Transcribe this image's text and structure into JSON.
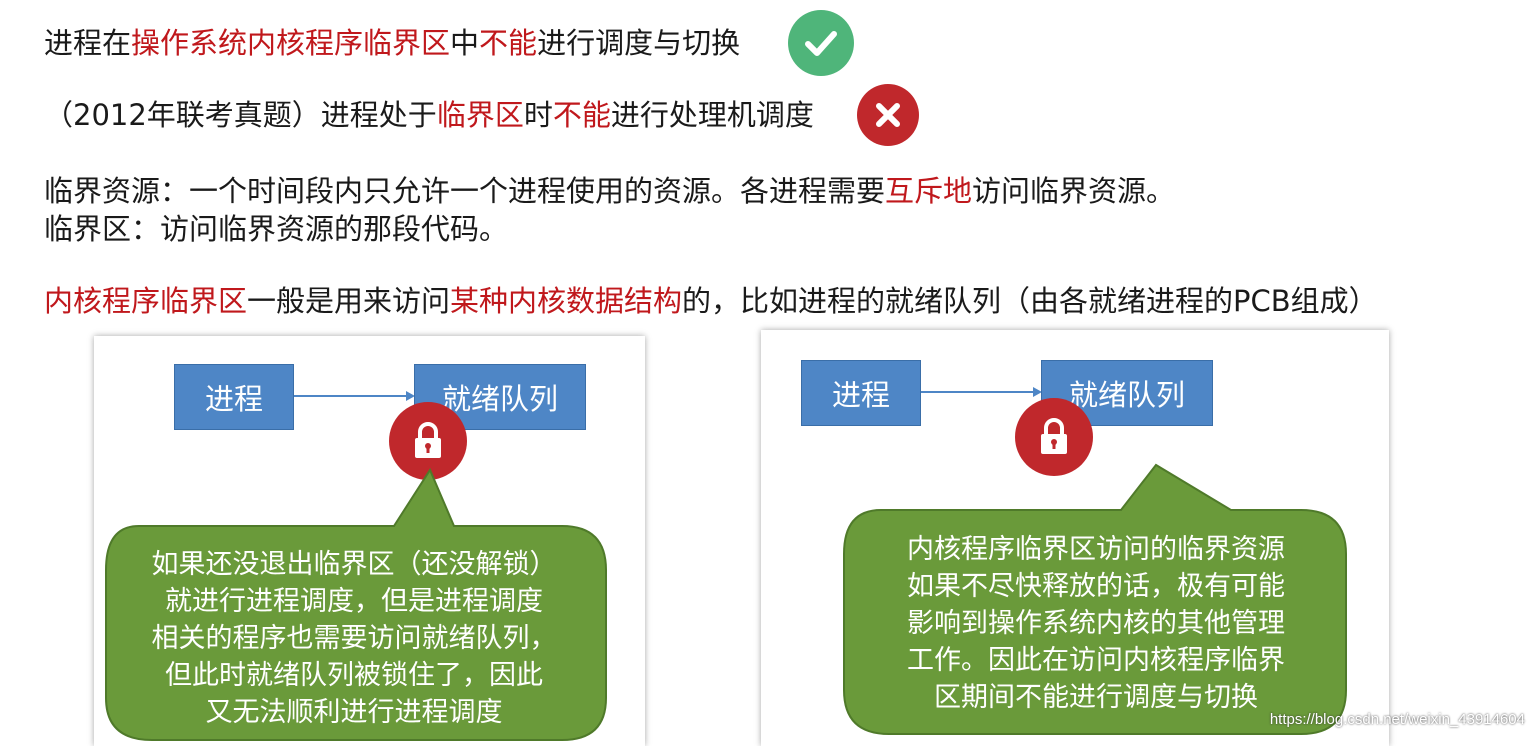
{
  "lines": {
    "l1": {
      "a": "进程在",
      "b": "操作系统内核程序临界区",
      "c": "中",
      "d": "不能",
      "e": "进行调度与切换"
    },
    "l2": {
      "a": "（2012年联考真题）进程处于",
      "b": "临界区",
      "c": "时",
      "d": "不能",
      "e": "进行处理机调度"
    },
    "l3": {
      "a": "临界资源：一个时间段内只允许一个进程使用的资源。各进程需要",
      "b": "互斥地",
      "c": "访问临界资源。"
    },
    "l4": {
      "a": "临界区：访问临界资源的那段代码。"
    },
    "l5": {
      "a": "内核程序临界区",
      "b": "一般是用来访问",
      "c": "某种内核数据结构",
      "d": "的，比如进程的就绪队列（由各就绪进程的PCB组成）"
    }
  },
  "diagram_left": {
    "process_label": "进程",
    "queue_label": "就绪队列",
    "bubble_lines": [
      "如果还没退出临界区（还没解锁）",
      "就进行进程调度，但是进程调度",
      "相关的程序也需要访问就绪队列，",
      "但此时就绪队列被锁住了，因此",
      "又无法顺利进行进程调度"
    ]
  },
  "diagram_right": {
    "process_label": "进程",
    "queue_label": "就绪队列",
    "bubble_lines": [
      "内核程序临界区访问的临界资源",
      "如果不尽快释放的话，极有可能",
      "影响到操作系统内核的其他管理",
      "工作。因此在访问内核程序临界",
      "区期间不能进行调度与切换"
    ]
  },
  "watermark": "https://blog.csdn.net/weixin_43914604",
  "colors": {
    "red": "#c0181c",
    "green_badge": "#4fb57a",
    "red_badge": "#c0282c",
    "box_blue": "#4e86c6",
    "bubble_green": "#6a9a3a"
  },
  "icons": {
    "correct": "check-icon",
    "wrong": "cross-icon",
    "lock": "lock-icon"
  }
}
